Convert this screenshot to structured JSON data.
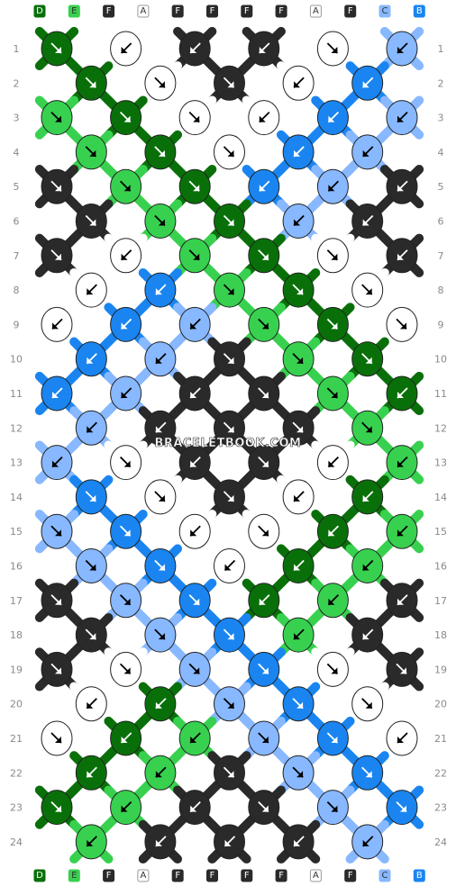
{
  "colors": {
    "D": "#097009",
    "E": "#38d14f",
    "F": "#2a2a2a",
    "A": "#ffffff",
    "C": "#88b8ff",
    "B": "#1a85f0"
  },
  "strands_top": [
    "D",
    "E",
    "F",
    "A",
    "F",
    "F",
    "F",
    "F",
    "A",
    "F",
    "C",
    "B"
  ],
  "strands_bottom": [
    "D",
    "E",
    "F",
    "A",
    "F",
    "F",
    "F",
    "F",
    "A",
    "F",
    "C",
    "B"
  ],
  "row_numbers": [
    "1",
    "2",
    "3",
    "4",
    "5",
    "6",
    "7",
    "8",
    "9",
    "10",
    "11",
    "12",
    "13",
    "14",
    "15",
    "16",
    "17",
    "18",
    "19",
    "20",
    "21",
    "22",
    "23",
    "24"
  ],
  "watermark": "BRACELETBOOK.COM",
  "knots": [
    [
      [
        "D",
        "r"
      ],
      [
        "A",
        "l"
      ],
      [
        "F",
        "l"
      ],
      [
        "F",
        "l"
      ],
      [
        "A",
        "r"
      ],
      [
        "C",
        "l"
      ]
    ],
    [
      [
        "D",
        "r"
      ],
      [
        "A",
        "r"
      ],
      [
        "F",
        "r"
      ],
      [
        "A",
        "l"
      ],
      [
        "B",
        "l"
      ]
    ],
    [
      [
        "E",
        "r"
      ],
      [
        "D",
        "r"
      ],
      [
        "A",
        "r"
      ],
      [
        "A",
        "l"
      ],
      [
        "B",
        "l"
      ],
      [
        "C",
        "l"
      ]
    ],
    [
      [
        "E",
        "r"
      ],
      [
        "D",
        "r"
      ],
      [
        "A",
        "r"
      ],
      [
        "B",
        "l"
      ],
      [
        "C",
        "l"
      ]
    ],
    [
      [
        "F",
        "r"
      ],
      [
        "E",
        "r"
      ],
      [
        "D",
        "r"
      ],
      [
        "B",
        "l"
      ],
      [
        "C",
        "l"
      ],
      [
        "F",
        "l"
      ]
    ],
    [
      [
        "F",
        "r"
      ],
      [
        "E",
        "r"
      ],
      [
        "D",
        "r"
      ],
      [
        "C",
        "l"
      ],
      [
        "F",
        "l"
      ]
    ],
    [
      [
        "F",
        "r"
      ],
      [
        "A",
        "l"
      ],
      [
        "E",
        "r"
      ],
      [
        "D",
        "r"
      ],
      [
        "A",
        "r"
      ],
      [
        "F",
        "l"
      ]
    ],
    [
      [
        "A",
        "l"
      ],
      [
        "B",
        "l"
      ],
      [
        "E",
        "r"
      ],
      [
        "D",
        "r"
      ],
      [
        "A",
        "r"
      ]
    ],
    [
      [
        "A",
        "l"
      ],
      [
        "B",
        "l"
      ],
      [
        "C",
        "l"
      ],
      [
        "E",
        "r"
      ],
      [
        "D",
        "r"
      ],
      [
        "A",
        "r"
      ]
    ],
    [
      [
        "B",
        "l"
      ],
      [
        "C",
        "l"
      ],
      [
        "F",
        "r"
      ],
      [
        "E",
        "r"
      ],
      [
        "D",
        "r"
      ]
    ],
    [
      [
        "B",
        "l"
      ],
      [
        "C",
        "l"
      ],
      [
        "F",
        "l"
      ],
      [
        "F",
        "r"
      ],
      [
        "E",
        "r"
      ],
      [
        "D",
        "l"
      ]
    ],
    [
      [
        "C",
        "l"
      ],
      [
        "F",
        "l"
      ],
      [
        "F",
        "r"
      ],
      [
        "F",
        "r"
      ],
      [
        "E",
        "r"
      ]
    ],
    [
      [
        "C",
        "l"
      ],
      [
        "A",
        "r"
      ],
      [
        "F",
        "l"
      ],
      [
        "F",
        "r"
      ],
      [
        "A",
        "l"
      ],
      [
        "E",
        "l"
      ]
    ],
    [
      [
        "B",
        "r"
      ],
      [
        "A",
        "r"
      ],
      [
        "F",
        "r"
      ],
      [
        "A",
        "l"
      ],
      [
        "D",
        "l"
      ]
    ],
    [
      [
        "C",
        "r"
      ],
      [
        "B",
        "r"
      ],
      [
        "A",
        "l"
      ],
      [
        "A",
        "r"
      ],
      [
        "D",
        "l"
      ],
      [
        "E",
        "l"
      ]
    ],
    [
      [
        "C",
        "r"
      ],
      [
        "B",
        "r"
      ],
      [
        "A",
        "l"
      ],
      [
        "D",
        "l"
      ],
      [
        "E",
        "l"
      ]
    ],
    [
      [
        "F",
        "r"
      ],
      [
        "C",
        "r"
      ],
      [
        "B",
        "r"
      ],
      [
        "D",
        "l"
      ],
      [
        "E",
        "l"
      ],
      [
        "F",
        "l"
      ]
    ],
    [
      [
        "F",
        "r"
      ],
      [
        "C",
        "r"
      ],
      [
        "B",
        "r"
      ],
      [
        "E",
        "l"
      ],
      [
        "F",
        "l"
      ]
    ],
    [
      [
        "F",
        "r"
      ],
      [
        "A",
        "r"
      ],
      [
        "C",
        "r"
      ],
      [
        "B",
        "r"
      ],
      [
        "A",
        "r"
      ],
      [
        "F",
        "r"
      ]
    ],
    [
      [
        "A",
        "l"
      ],
      [
        "D",
        "l"
      ],
      [
        "C",
        "r"
      ],
      [
        "B",
        "r"
      ],
      [
        "A",
        "r"
      ]
    ],
    [
      [
        "A",
        "r"
      ],
      [
        "D",
        "l"
      ],
      [
        "E",
        "l"
      ],
      [
        "C",
        "r"
      ],
      [
        "B",
        "r"
      ],
      [
        "A",
        "l"
      ]
    ],
    [
      [
        "D",
        "l"
      ],
      [
        "E",
        "l"
      ],
      [
        "F",
        "r"
      ],
      [
        "C",
        "r"
      ],
      [
        "B",
        "r"
      ]
    ],
    [
      [
        "D",
        "r"
      ],
      [
        "E",
        "l"
      ],
      [
        "F",
        "l"
      ],
      [
        "F",
        "r"
      ],
      [
        "C",
        "r"
      ],
      [
        "B",
        "r"
      ]
    ],
    [
      [
        "E",
        "l"
      ],
      [
        "F",
        "l"
      ],
      [
        "F",
        "l"
      ],
      [
        "F",
        "l"
      ],
      [
        "C",
        "l"
      ]
    ]
  ]
}
